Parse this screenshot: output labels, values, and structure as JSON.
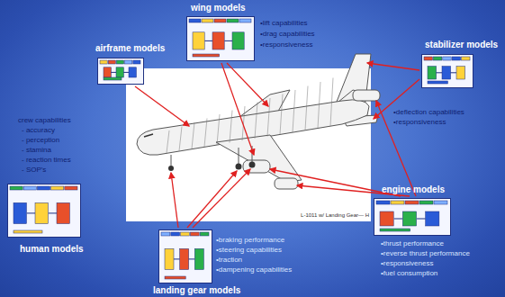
{
  "diagram": {
    "nodes": [
      {
        "text": [
          "wing models",
          "•lift capabilities",
          "•drag capabilities",
          "•responsiveness"
        ]
      },
      {
        "text": [
          "airframe models"
        ]
      },
      {
        "text": [
          "stabilizer models",
          "•deflection capabilities",
          "•responsiveness"
        ]
      },
      {
        "text": [
          "human models",
          "crew capabilities",
          "- accuracy",
          "- perception",
          "- stamina",
          "- reaction times",
          "- SOP's"
        ]
      },
      {
        "text": [
          "landing gear models",
          "•braking performance",
          "•steering capabilities",
          "•traction",
          "•dampening capabilities"
        ]
      },
      {
        "text": [
          "engine models",
          "•thrust performance",
          "•reverse thrust performance",
          "•responsiveness",
          "•fuel consumption"
        ]
      }
    ],
    "labels": [
      "L-1011 w/ Landing Gear— H"
    ]
  }
}
